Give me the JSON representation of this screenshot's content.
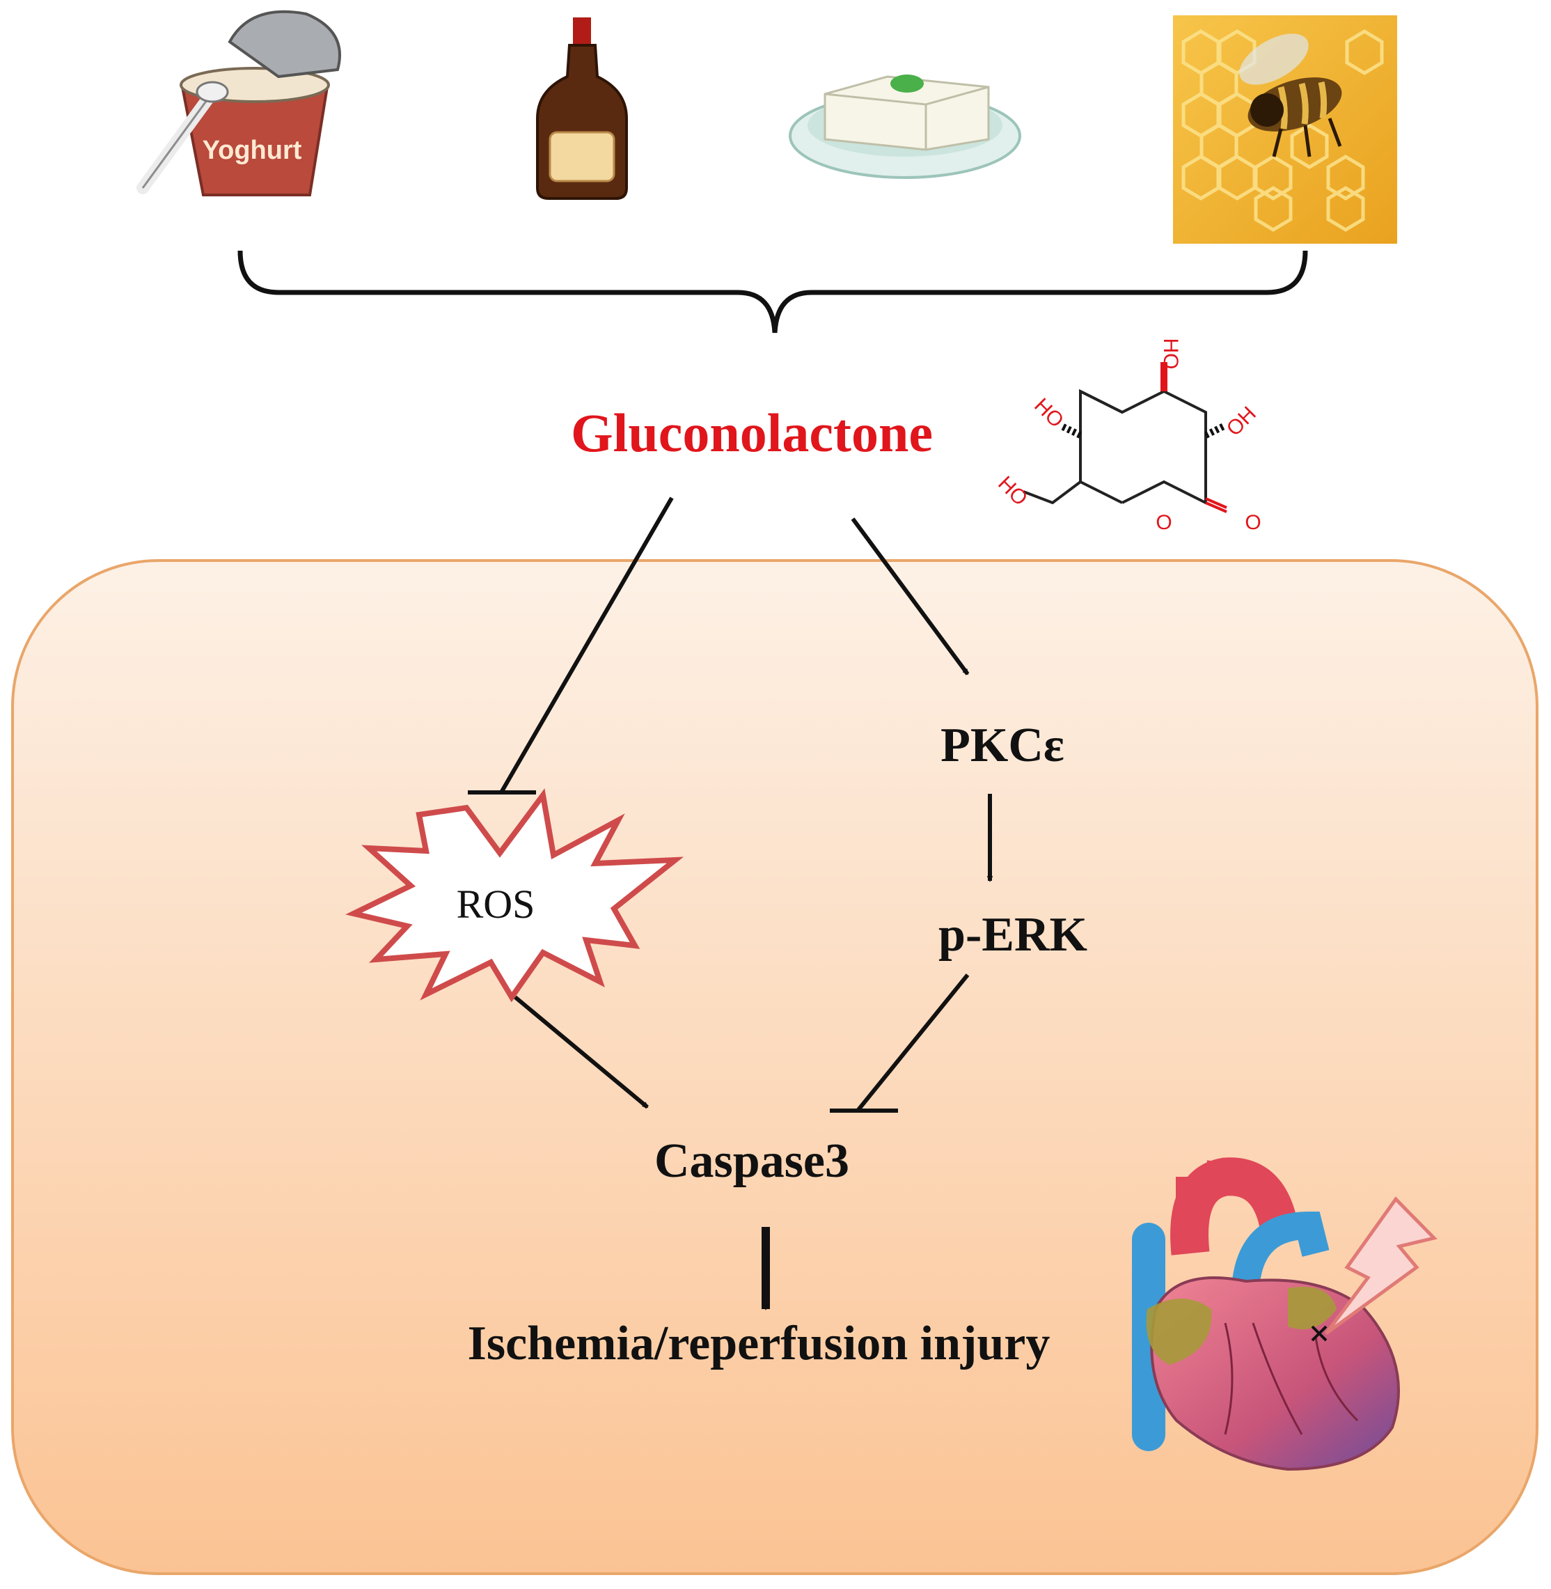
{
  "colors": {
    "title_red": "#e0161c",
    "cell_fill_top": "#fdeee2",
    "cell_fill_bottom": "#fbc99e",
    "cell_border": "#e8a66a",
    "ros_burst": "#cf4b4b",
    "honey": "#f2b63a",
    "heart_red": "#e04758",
    "heart_blue": "#3c9bd6"
  },
  "sources": [
    {
      "name": "yoghurt",
      "label": "Yoghurt",
      "icon": "yoghurt-cup-icon"
    },
    {
      "name": "liquor",
      "icon": "bottle-icon"
    },
    {
      "name": "tofu",
      "icon": "tofu-icon"
    },
    {
      "name": "honey",
      "icon": "honeycomb-bee-icon"
    }
  ],
  "compound": {
    "name": "Gluconolactone",
    "structure_atoms": [
      "HO",
      "HO",
      "OH",
      "HO",
      "O",
      "O"
    ]
  },
  "nodes": {
    "ros": "ROS",
    "pkc": "PKCε",
    "perk": "p-ERK",
    "caspase": "Caspase3",
    "outcome": "Ischemia/reperfusion injury"
  },
  "edges": [
    {
      "from": "Gluconolactone",
      "to": "ROS",
      "type": "inhibits"
    },
    {
      "from": "Gluconolactone",
      "to": "PKCε",
      "type": "activates"
    },
    {
      "from": "PKCε",
      "to": "p-ERK",
      "type": "activates"
    },
    {
      "from": "ROS",
      "to": "Caspase3",
      "type": "activates"
    },
    {
      "from": "p-ERK",
      "to": "Caspase3",
      "type": "inhibits"
    },
    {
      "from": "Caspase3",
      "to": "Ischemia/reperfusion injury",
      "type": "activates"
    }
  ],
  "icons": {
    "heart": "injured-heart-icon",
    "lightning": "lightning-bolt-icon",
    "brace": "curly-brace"
  }
}
